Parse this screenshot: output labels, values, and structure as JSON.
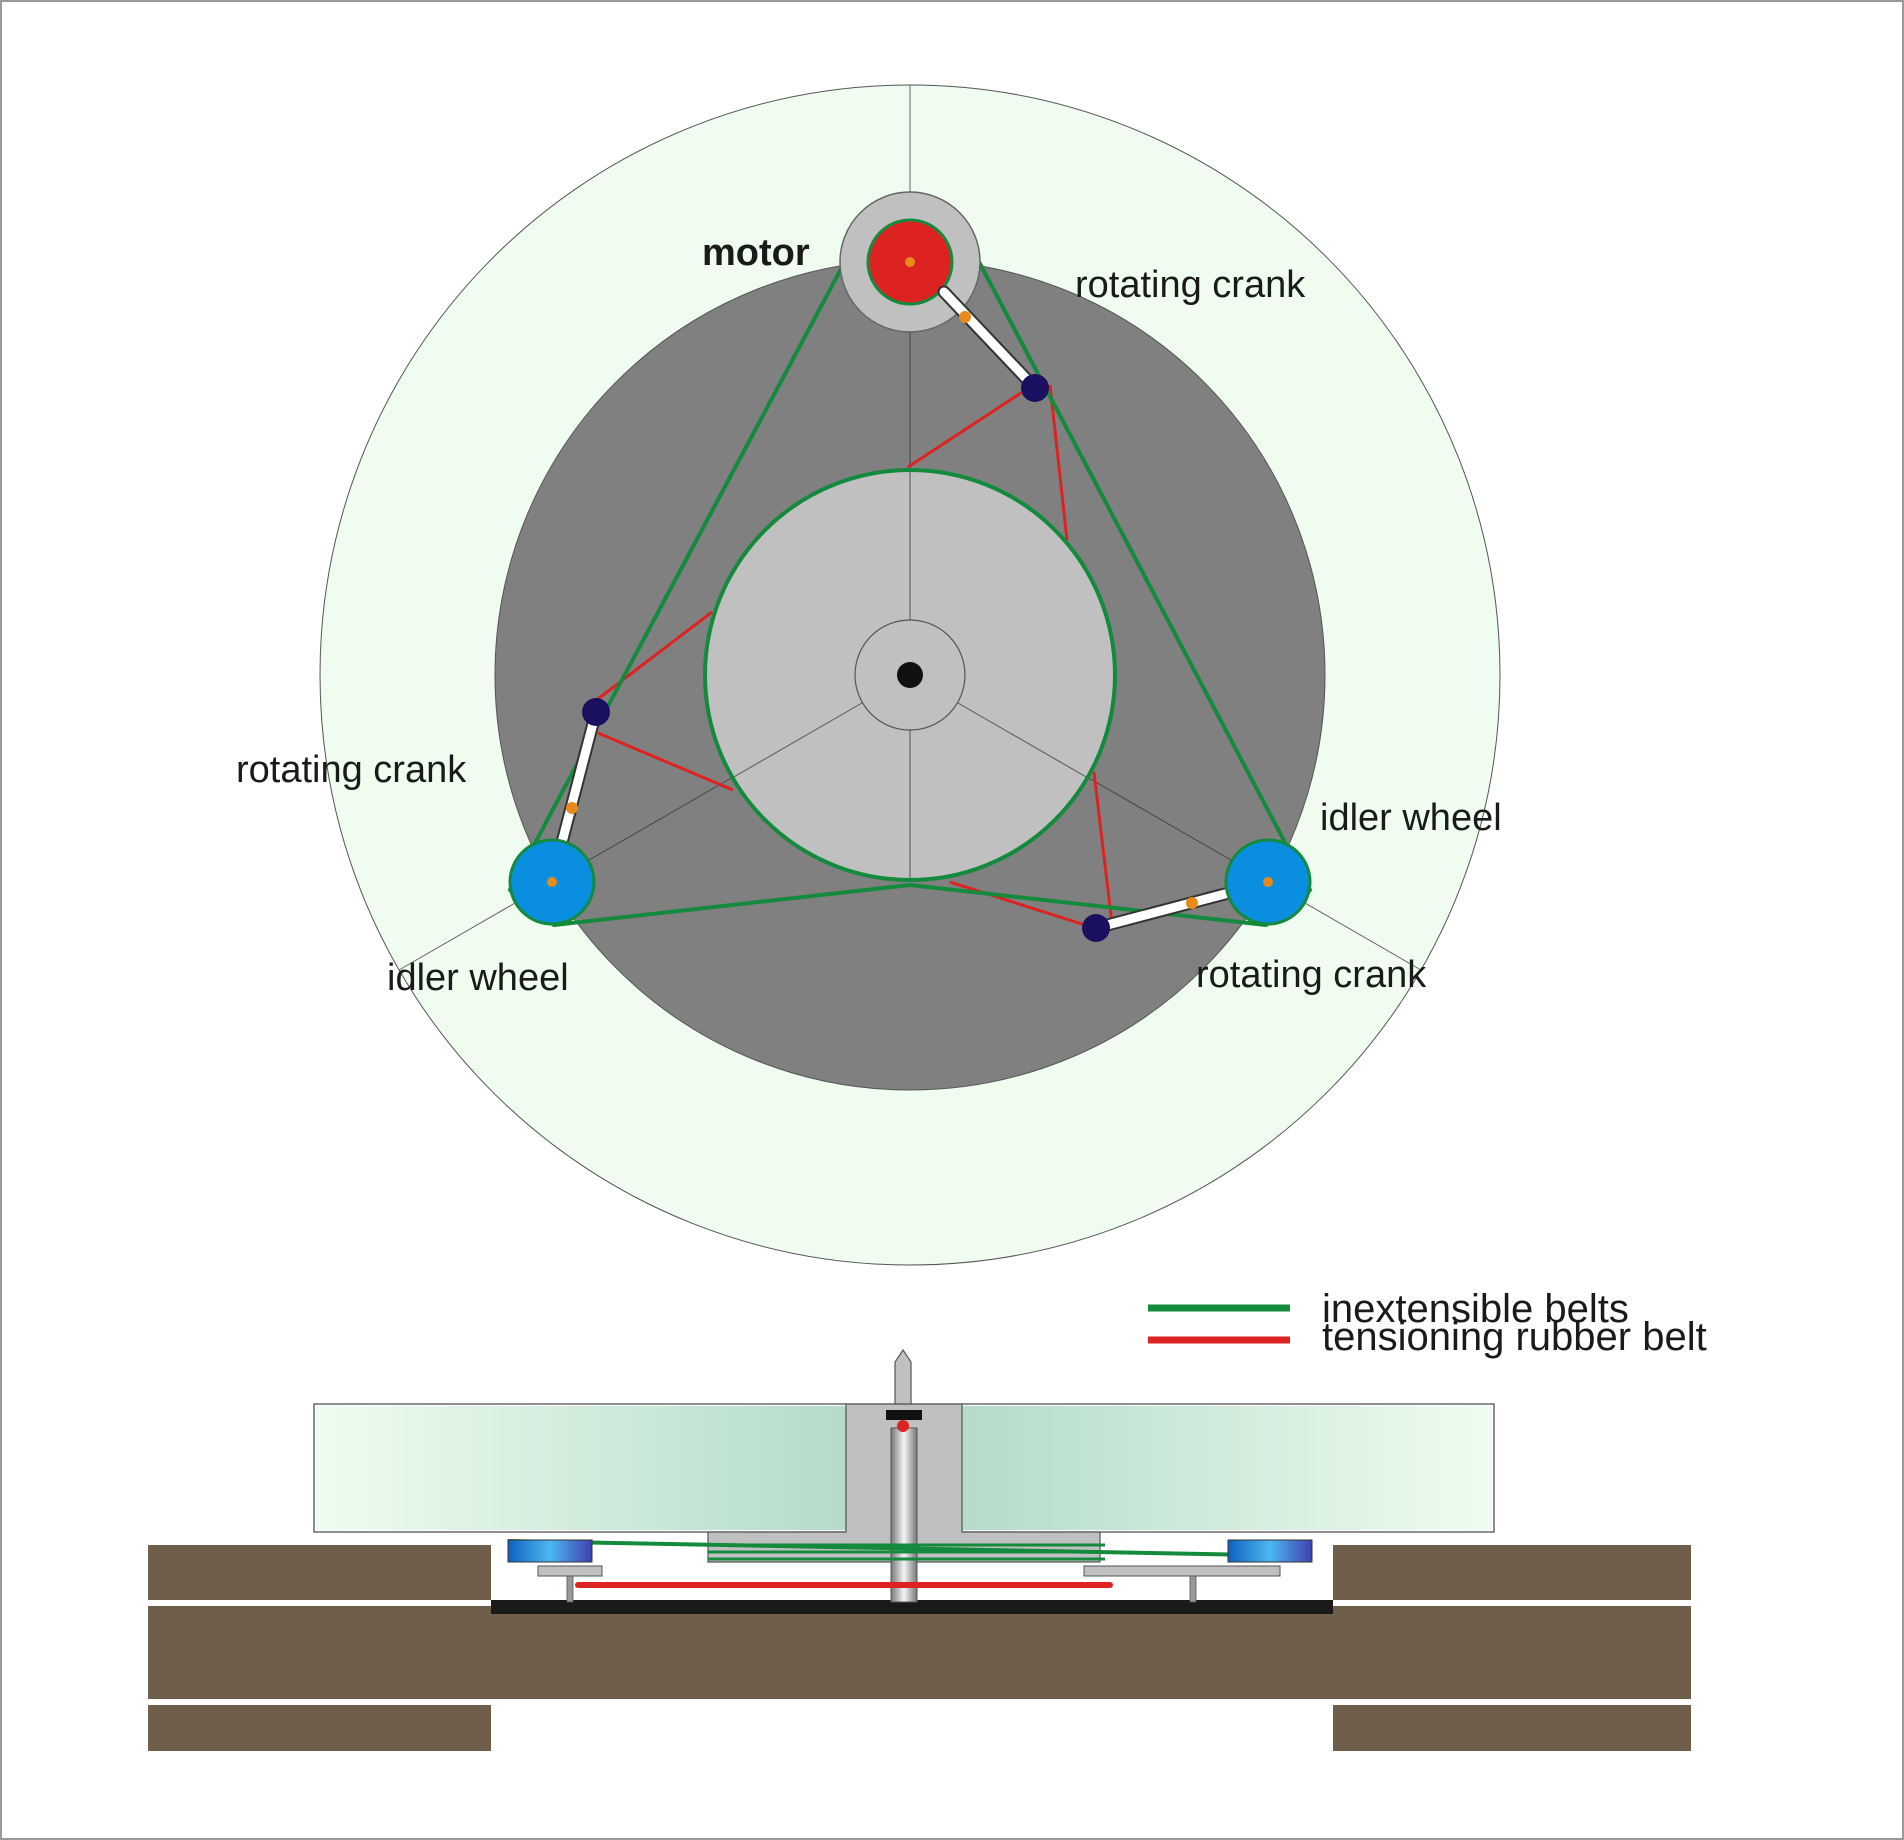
{
  "labels": {
    "motor": "motor",
    "crank_top": "rotating crank",
    "crank_left": "rotating crank",
    "crank_right": "rotating crank",
    "idler_left": "idler wheel",
    "idler_right": "idler wheel"
  },
  "legend": [
    {
      "label": "inextensible belts",
      "color": "#138a3c"
    },
    {
      "label": "tensioning  rubber belt",
      "color": "#dd2222"
    }
  ],
  "colors": {
    "outer_disc": "#effcef",
    "platter_dark": "#808080",
    "platter_light": "#c0c0c0",
    "motor": "#dd2222",
    "idler": "#0a8ee0",
    "crank_pin": "#1a1060",
    "pivot_dot": "#e88a1a",
    "belt_green": "#138a3c",
    "belt_red": "#dd2222",
    "plinth": "#6e5e4a"
  }
}
